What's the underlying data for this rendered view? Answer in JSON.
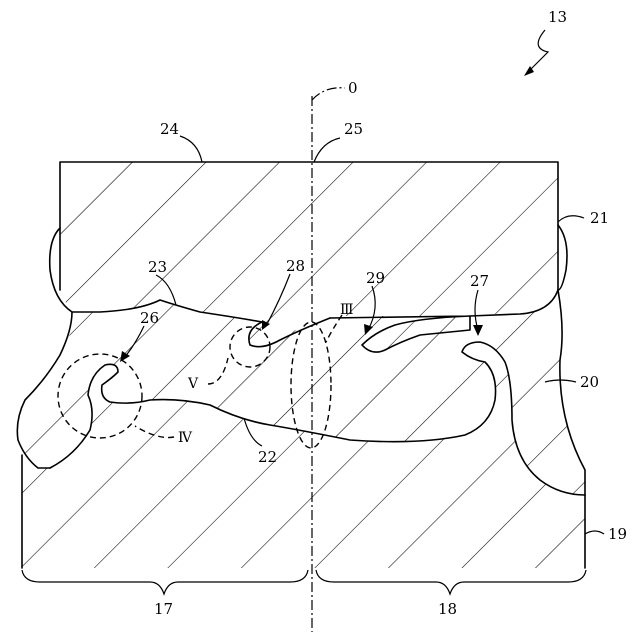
{
  "figure": {
    "labels": {
      "l13": "13",
      "l0": "0",
      "l24": "24",
      "l25": "25",
      "l21": "21",
      "l23": "23",
      "l28": "28",
      "l29": "29",
      "l27": "27",
      "l26": "26",
      "l20": "20",
      "lIII": "Ⅲ",
      "lV": "Ⅴ",
      "lIV": "Ⅳ",
      "l22": "22",
      "l19": "19",
      "l17": "17",
      "l18": "18"
    }
  }
}
